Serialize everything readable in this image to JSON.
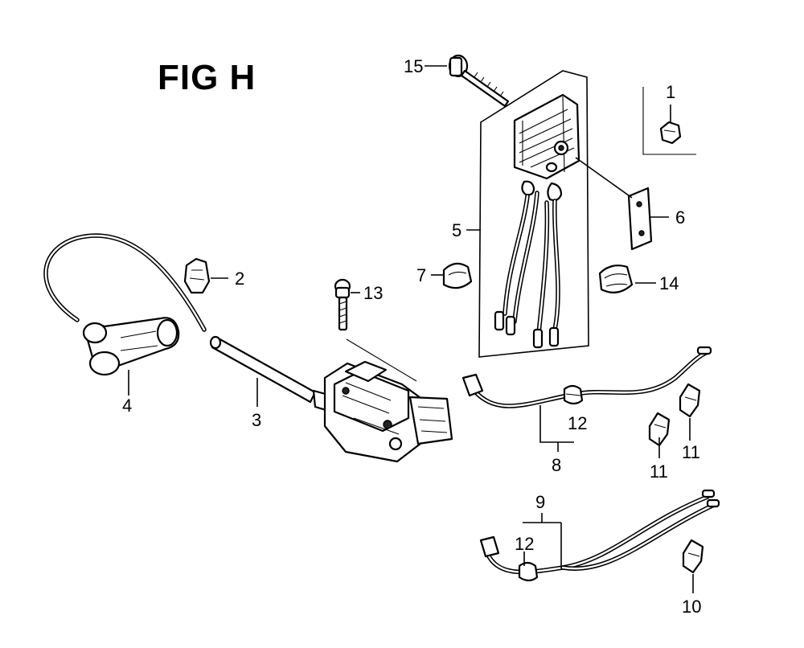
{
  "figure": {
    "title": "FIG H"
  },
  "callouts": [
    {
      "id": "c15",
      "label": "15"
    },
    {
      "id": "c1",
      "label": "1"
    },
    {
      "id": "c5",
      "label": "5"
    },
    {
      "id": "c6",
      "label": "6"
    },
    {
      "id": "c2",
      "label": "2"
    },
    {
      "id": "c7",
      "label": "7"
    },
    {
      "id": "c13",
      "label": "13"
    },
    {
      "id": "c14",
      "label": "14"
    },
    {
      "id": "c4",
      "label": "4"
    },
    {
      "id": "c3",
      "label": "3"
    },
    {
      "id": "c12a",
      "label": "12"
    },
    {
      "id": "c8",
      "label": "8"
    },
    {
      "id": "c11a",
      "label": "11"
    },
    {
      "id": "c11b",
      "label": "11"
    },
    {
      "id": "c9",
      "label": "9"
    },
    {
      "id": "c12b",
      "label": "12"
    },
    {
      "id": "c10",
      "label": "10"
    }
  ]
}
